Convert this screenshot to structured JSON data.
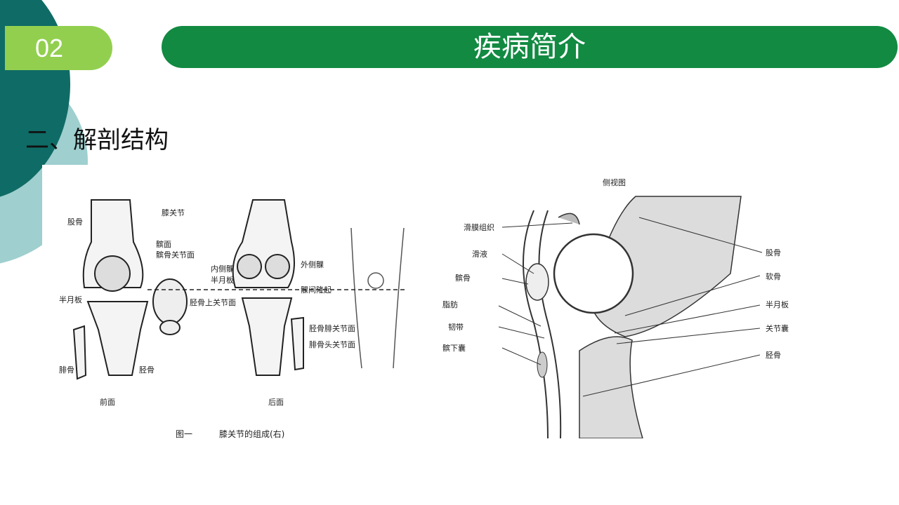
{
  "slide": {
    "section_number": "02",
    "title": "疾病简介",
    "subtitle": "二、解剖结构"
  },
  "figure_left": {
    "front_labels": [
      "股骨",
      "髌面",
      "髌骨关节面",
      "半月板",
      "腓骨",
      "胫骨"
    ],
    "joint_label": "膝关节",
    "center_labels": [
      "内侧髁",
      "半月板",
      "胫骨上关节面"
    ],
    "back_labels": [
      "外侧髁",
      "髁间隆起",
      "胫骨腓关节面",
      "腓骨头关节面"
    ],
    "front_caption": "前面",
    "back_caption": "后面",
    "figure_number": "图一",
    "figure_caption": "膝关节的组成(右)"
  },
  "figure_right": {
    "title": "侧视图",
    "left_labels": [
      "滑膜组织",
      "滑液",
      "髌骨",
      "脂肪",
      "韧带",
      "髌下囊"
    ],
    "right_labels": [
      "股骨",
      "软骨",
      "半月板",
      "关节囊",
      "胫骨"
    ]
  },
  "colors": {
    "title_bar": "#128a42",
    "badge": "#92cf4f",
    "deco_dark": "#0f6b66",
    "deco_light": "#9fcfcf"
  }
}
